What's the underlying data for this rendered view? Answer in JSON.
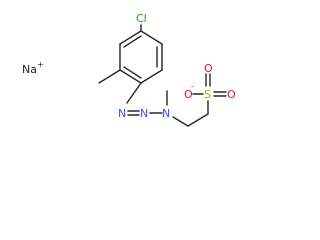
{
  "molecule": {
    "atoms": {
      "sodium": "Na",
      "sodium_charge": "+",
      "chlorine": "Cl",
      "azo_n1": "N",
      "azo_n2": "N",
      "azo_n3": "N",
      "sulfur": "S",
      "oxygen_anion": "O",
      "oxygen_anion_charge": "-",
      "oxygen_top": "O",
      "oxygen_right": "O"
    },
    "colors": {
      "azo_nitrogen": "#3050F8",
      "sulfur": "#B8A000",
      "oxygen": "#E0161E",
      "chlorine": "#1FA01F",
      "bond": "#262626"
    }
  }
}
